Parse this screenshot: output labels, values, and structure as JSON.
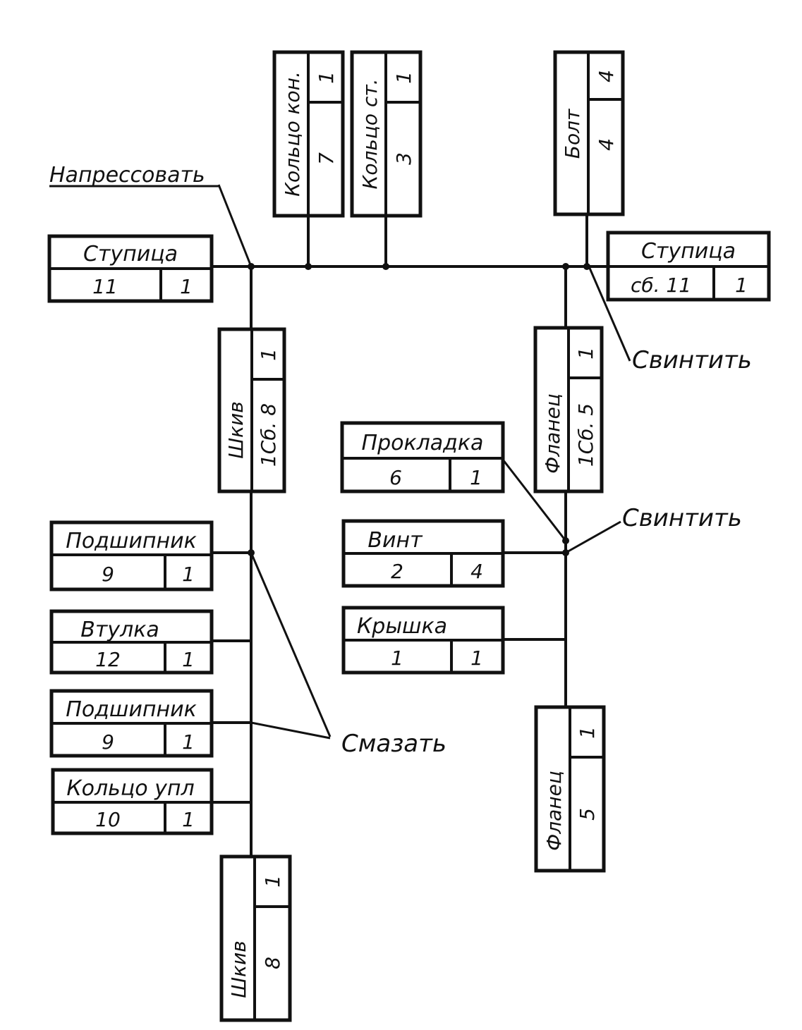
{
  "diagram": {
    "annotations": {
      "press_fit": "Напрессовать",
      "screw_right": "Свинтить",
      "screw_center": "Свинтить",
      "lubricate": "Смазать"
    },
    "parts": {
      "hub": {
        "name": "Ступица",
        "number": "11",
        "qty": "1"
      },
      "hub_assembly": {
        "name": "Ступица",
        "number": "сб. 11",
        "qty": "1"
      },
      "ring_cone": {
        "name": "Кольцо кон.",
        "number": "7",
        "qty": "1"
      },
      "ring_st": {
        "name": "Кольцо ст.",
        "number": "3",
        "qty": "1"
      },
      "bolt": {
        "name": "Болт",
        "number": "4",
        "qty": "4"
      },
      "pulley_assembly": {
        "name": "Шкив",
        "number": "1Сб. 8",
        "qty": "1"
      },
      "flange_assembly": {
        "name": "Фланец",
        "number": "1Сб. 5",
        "qty": "1"
      },
      "gasket": {
        "name": "Прокладка",
        "number": "6",
        "qty": "1"
      },
      "screw": {
        "name": "Винт",
        "number": "2",
        "qty": "4"
      },
      "cover": {
        "name": "Крышка",
        "number": "1",
        "qty": "1"
      },
      "bearing_1": {
        "name": "Подшипник",
        "number": "9",
        "qty": "1"
      },
      "bushing": {
        "name": "Втулка",
        "number": "12",
        "qty": "1"
      },
      "bearing_2": {
        "name": "Подшипник",
        "number": "9",
        "qty": "1"
      },
      "seal_ring": {
        "name": "Кольцо упл",
        "number": "10",
        "qty": "1"
      },
      "flange": {
        "name": "Фланец",
        "number": "5",
        "qty": "1"
      },
      "pulley": {
        "name": "Шкив",
        "number": "8",
        "qty": "1"
      }
    }
  }
}
